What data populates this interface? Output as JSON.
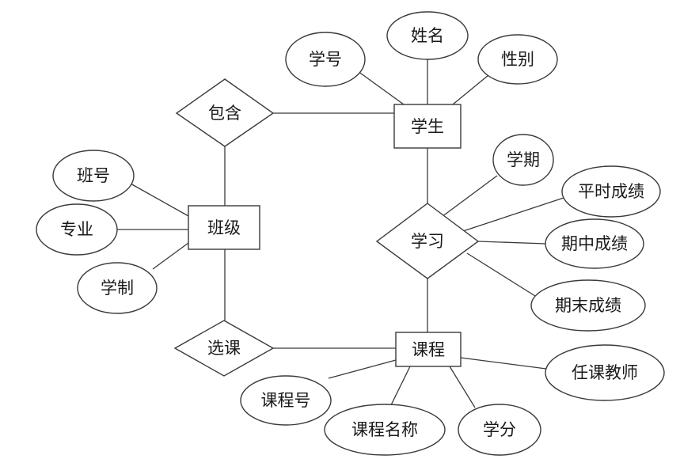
{
  "diagram": {
    "entities": {
      "student": "学生",
      "class": "班级",
      "course": "课程"
    },
    "relationships": {
      "contains": "包含",
      "study": "学习",
      "select_course": "选课"
    },
    "attributes": {
      "student_no": "学号",
      "name": "姓名",
      "gender": "性别",
      "class_no": "班号",
      "major": "专业",
      "duration": "学制",
      "semester": "学期",
      "usual_score": "平时成绩",
      "midterm_score": "期中成绩",
      "final_score": "期末成绩",
      "course_no": "课程号",
      "course_name": "课程名称",
      "credit": "学分",
      "teacher": "任课教师"
    }
  }
}
